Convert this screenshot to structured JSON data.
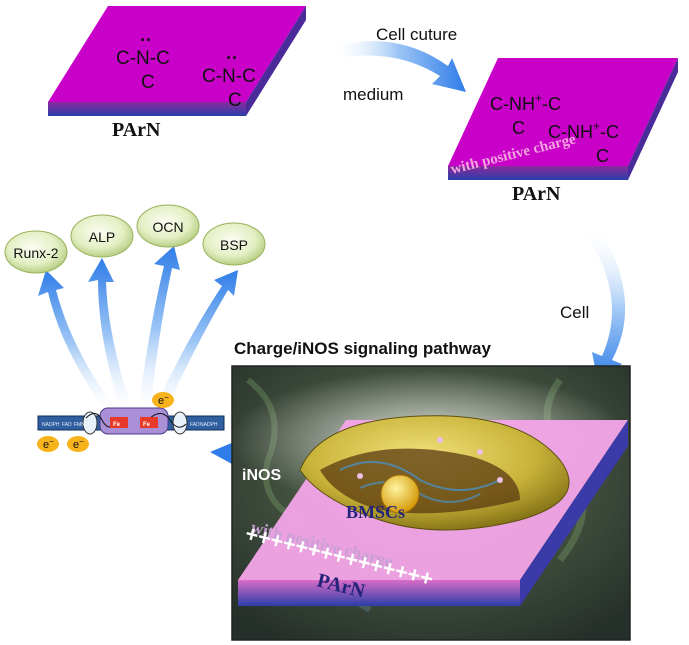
{
  "colors": {
    "substrate_top": "#c800c8",
    "substrate_front": "#6a2aa0",
    "substrate_bottom": "#2b3ea8",
    "arrow_blue": "#2f7de8",
    "oval_green": "#d5e6a8",
    "panel_dark": "#2d3a32",
    "charged_top": "#f3a4e6",
    "cell_yellow": "#c9b43a",
    "nucleus": "#e6b51c",
    "text_pink": "#f3a3e0",
    "text_navy": "#23237a"
  },
  "top_left": {
    "material": "PArN",
    "formula_row": "C-N-C",
    "formula_dots": "··",
    "formula_sub": "C"
  },
  "top_arrow": {
    "line1": "Cell cuture",
    "line2": "medium"
  },
  "top_right": {
    "material": "PArN",
    "formula_row": "C-NH",
    "formula_sup": "+",
    "formula_tail": "-C",
    "formula_sub": "C",
    "charge_text": "with positive charge"
  },
  "right_arrow": {
    "label": "Cell"
  },
  "markers": [
    {
      "name": "Runx-2"
    },
    {
      "name": "ALP"
    },
    {
      "name": "OCN"
    },
    {
      "name": "BSP"
    }
  ],
  "enzyme": {
    "electron": "e",
    "electron_sup": "−",
    "segments": [
      "NADPH",
      "FAD",
      "FMN",
      "Fe",
      "Fe",
      "FAD",
      "NADPH"
    ]
  },
  "panel": {
    "title": "Charge/iNOS signaling pathway",
    "inos": "iNOS",
    "cell": "BMSCs",
    "charge_text": "with positive charge",
    "material": "PArN",
    "plus_row": "+++++++++++++++"
  }
}
